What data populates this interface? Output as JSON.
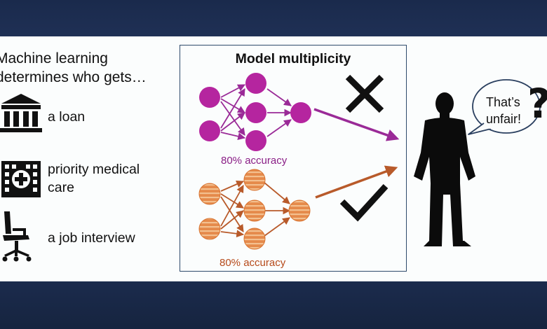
{
  "left": {
    "heading": "Machine learning determines who gets…",
    "items": [
      {
        "icon": "bank-icon",
        "label": "a loan"
      },
      {
        "icon": "hospital-icon",
        "label": "priority medical care"
      },
      {
        "icon": "office-chair-icon",
        "label": "a job interview"
      }
    ]
  },
  "center": {
    "title": "Model multiplicity",
    "models": [
      {
        "accuracy_label": "80% accuracy",
        "color": "#b5259f",
        "outcome": "cross-icon"
      },
      {
        "accuracy_label": "80% accuracy",
        "color": "#e2803f",
        "outcome": "check-icon"
      }
    ]
  },
  "right": {
    "speech": "That’s unfair!",
    "question": "?",
    "figure": "person-silhouette-icon"
  },
  "colors": {
    "panel_bg": "#fbfdfd",
    "frame_bg": "#1c2a4a",
    "purple": "#b5259f",
    "orange": "#e2803f",
    "box_border": "#2e4a6b"
  }
}
